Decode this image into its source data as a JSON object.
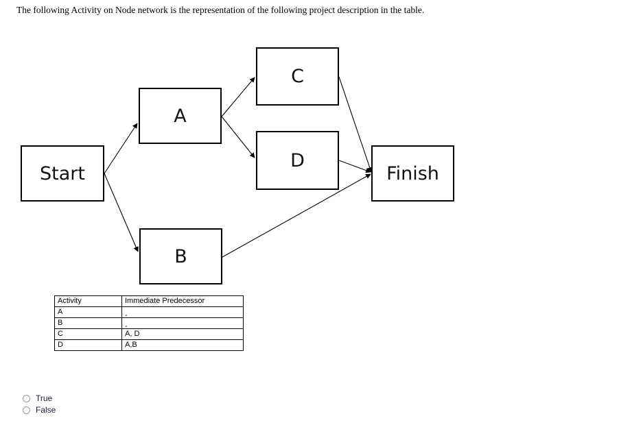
{
  "prompt": {
    "text": "The following Activity on Node network is the representation of the following project description in the table."
  },
  "diagram": {
    "type": "activity-on-node-network",
    "nodes": [
      {
        "id": "start",
        "label": "Start"
      },
      {
        "id": "a",
        "label": "A"
      },
      {
        "id": "b",
        "label": "B"
      },
      {
        "id": "c",
        "label": "C"
      },
      {
        "id": "d",
        "label": "D"
      },
      {
        "id": "finish",
        "label": "Finish"
      }
    ],
    "edges": [
      {
        "from": "start",
        "to": "a"
      },
      {
        "from": "start",
        "to": "b"
      },
      {
        "from": "a",
        "to": "c"
      },
      {
        "from": "a",
        "to": "d"
      },
      {
        "from": "b",
        "to": "finish"
      },
      {
        "from": "c",
        "to": "finish"
      },
      {
        "from": "d",
        "to": "finish"
      }
    ]
  },
  "table": {
    "headers": [
      "Activity",
      "Immediate Predecessor"
    ],
    "rows": [
      {
        "activity": "A",
        "predecessor": "-"
      },
      {
        "activity": "B",
        "predecessor": "-"
      },
      {
        "activity": "C",
        "predecessor": "A, D"
      },
      {
        "activity": "D",
        "predecessor": "A,B"
      }
    ]
  },
  "options": [
    {
      "label": "True",
      "selected": false
    },
    {
      "label": "False",
      "selected": false
    }
  ],
  "colors": {
    "ink": "#000000",
    "radio_border": "#9a9a9a",
    "label_text": "#1a1a2e"
  }
}
